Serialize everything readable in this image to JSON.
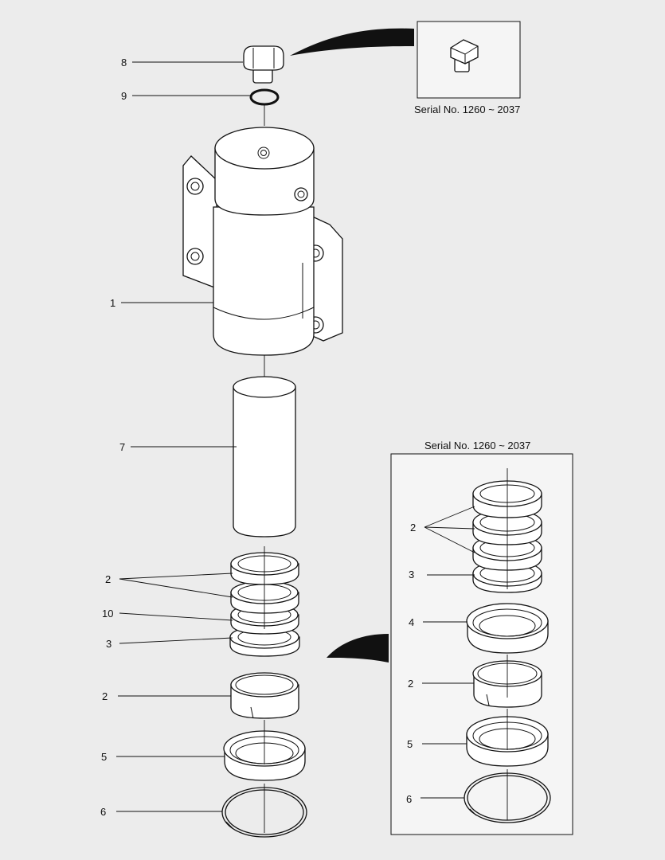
{
  "inset_top": {
    "caption": "Serial No. 1260 ~ 2037"
  },
  "inset_bottom": {
    "caption": "Serial No. 1260 ~ 2037",
    "callouts": {
      "spring": "2",
      "collar": "3",
      "seal": "4",
      "ring": "2",
      "wiper": "5",
      "snap": "6"
    }
  },
  "callouts": {
    "plug": "8",
    "oring": "9",
    "body": "1",
    "pin": "7",
    "spring": "2",
    "shim": "10",
    "collar": "3",
    "ring": "2",
    "wiper": "5",
    "snap": "6"
  }
}
